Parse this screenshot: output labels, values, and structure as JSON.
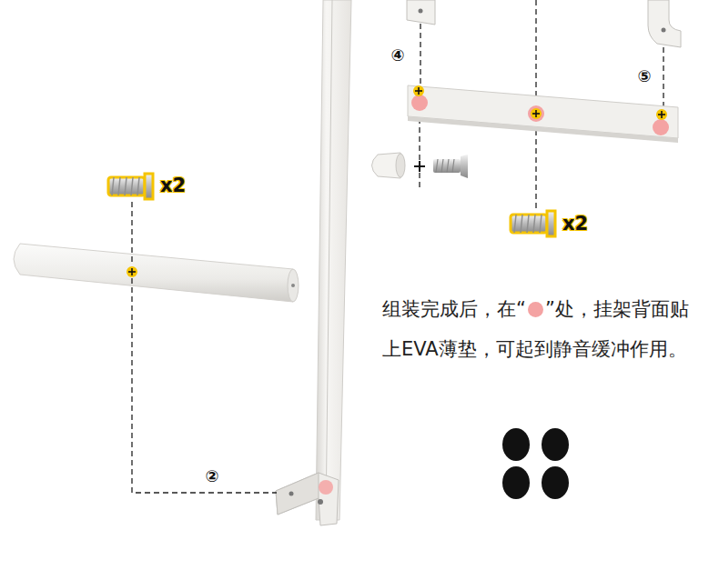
{
  "diagram": {
    "labels": [
      "④",
      "⑤",
      "x2",
      "x2",
      "组装完成后，在“",
      "”处，挂架背面贴上EVA薄垫，可起到静音缓冲作用。",
      "②"
    ]
  }
}
